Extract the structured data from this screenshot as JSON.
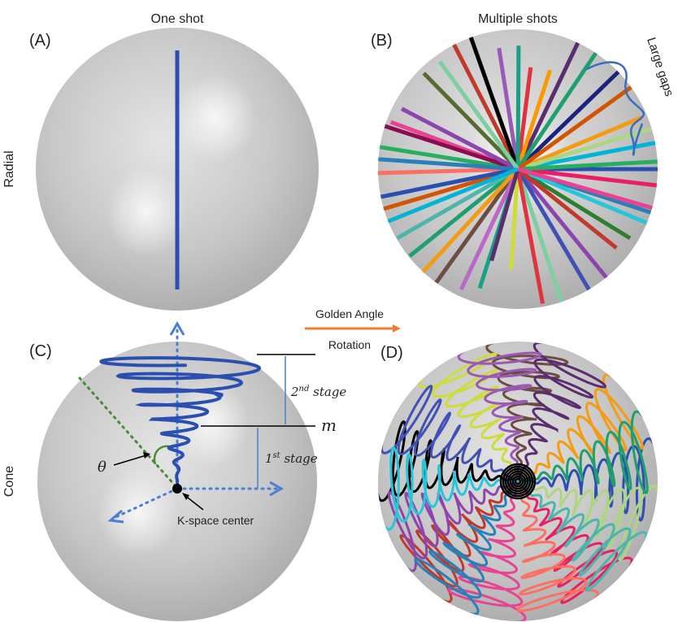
{
  "columns": {
    "left": "One shot",
    "right": "Multiple shots"
  },
  "rows": {
    "top": "Radial",
    "bottom": "Cone"
  },
  "panels": {
    "a": "(A)",
    "b": "(B)",
    "c": "(C)",
    "d": "(D)"
  },
  "annotations": {
    "large_gaps": "Large gaps",
    "golden_top": "Golden Angle",
    "golden_bottom": "Rotation",
    "stage2_base": "2",
    "stage2_sup": "nd",
    "stage2_word": " stage",
    "stage1_base": "1",
    "stage1_sup": "st",
    "stage1_word": " stage",
    "m": "m",
    "theta": "θ",
    "kspace": "K-space center"
  },
  "colors": {
    "trajectory": "#2b4fb0",
    "axis": "#4a7fd0",
    "cone_edge": "#4a8a3a",
    "golden_arrow": "#ef7d31",
    "brace": "#3a6cc0",
    "line_palette": [
      "#2b4fb0",
      "#1f9e6e",
      "#e0333f",
      "#8e44ad",
      "#27ae60",
      "#f39c12",
      "#16a085",
      "#c0392b",
      "#2980b9",
      "#d35400",
      "#5b2c6f",
      "#7dcea0",
      "#e84393",
      "#00b4d8",
      "#6d4c41",
      "#9b59b6",
      "#2e7d32",
      "#ff6f61",
      "#1a237e",
      "#cddc39",
      "#556b2f",
      "#e91e63",
      "#4db6ac",
      "#ff9800",
      "#3f51b5",
      "#880e4f",
      "#aed581",
      "#ba68c8",
      "#000000",
      "#26c6da"
    ]
  }
}
